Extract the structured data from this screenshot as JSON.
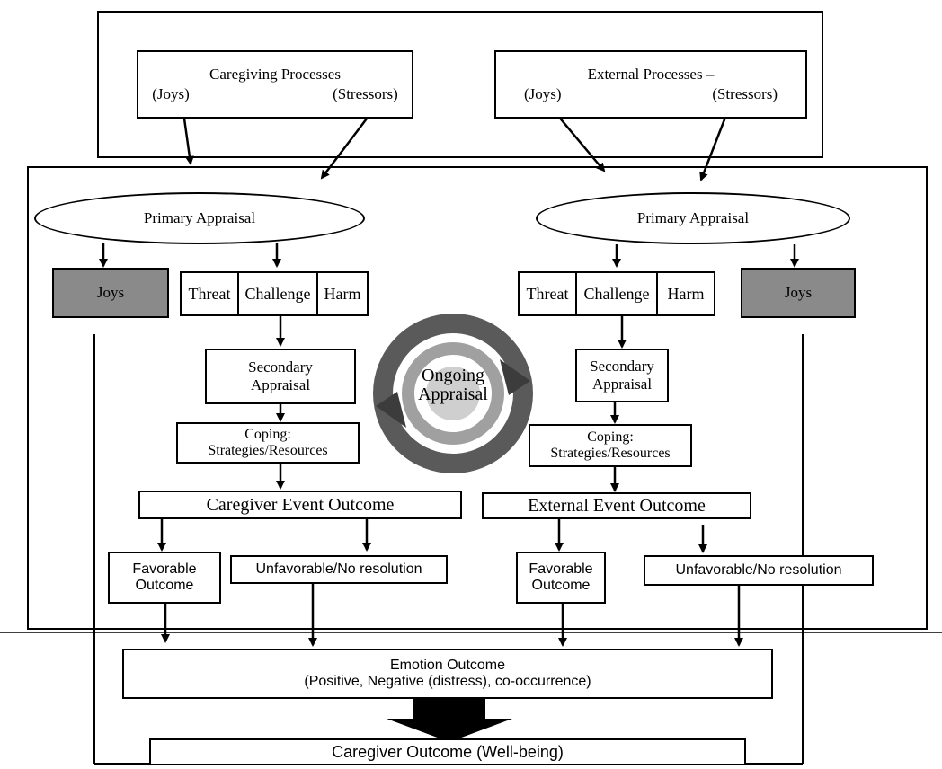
{
  "caregiving_processes": {
    "title": "Caregiving Processes",
    "joys": "(Joys)",
    "stressors": "(Stressors)"
  },
  "external_processes": {
    "title": "External Processes –",
    "joys": "(Joys)",
    "stressors": "(Stressors)"
  },
  "left": {
    "primary_appraisal": "Primary Appraisal",
    "joys": "Joys",
    "threat": "Threat",
    "challenge": "Challenge",
    "harm": "Harm",
    "secondary_appraisal_1": "Secondary",
    "secondary_appraisal_2": "Appraisal",
    "coping_1": "Coping:",
    "coping_2": "Strategies/Resources",
    "event_outcome": "Caregiver Event Outcome",
    "favorable_1": "Favorable",
    "favorable_2": "Outcome",
    "unfavorable": "Unfavorable/No resolution"
  },
  "right": {
    "primary_appraisal": "Primary Appraisal",
    "joys": "Joys",
    "threat": "Threat",
    "challenge": "Challenge",
    "harm": "Harm",
    "secondary_appraisal_1": "Secondary",
    "secondary_appraisal_2": "Appraisal",
    "coping_1": "Coping:",
    "coping_2": "Strategies/Resources",
    "event_outcome": "External Event Outcome",
    "favorable_1": "Favorable",
    "favorable_2": "Outcome",
    "unfavorable": "Unfavorable/No resolution"
  },
  "ongoing_appraisal": {
    "line1": "Ongoing",
    "line2": "Appraisal"
  },
  "emotion_outcome": {
    "line1": "Emotion Outcome",
    "line2": "(Positive, Negative (distress), co-occurrence)"
  },
  "caregiver_outcome": "Caregiver Outcome (Well-being)"
}
